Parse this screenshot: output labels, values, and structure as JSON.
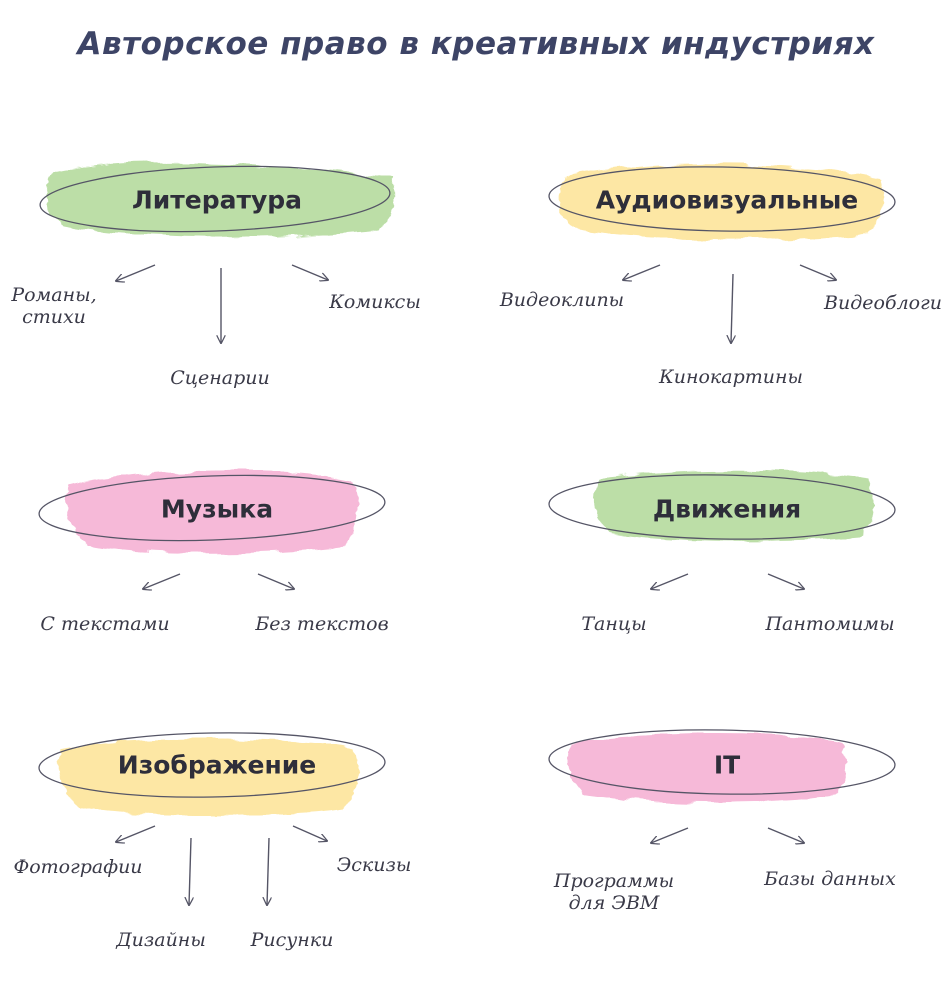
{
  "title": "Авторское право в креативных индустриях",
  "colors": {
    "green": "#b7dca0",
    "yellow": "#fde6a0",
    "pink": "#f6b6d6",
    "outline": "#555566",
    "arrow": "#555566"
  },
  "categories": [
    {
      "name": "Литература",
      "color": "green",
      "children": [
        "Романы,\nстихи",
        "Сценарии",
        "Комиксы"
      ]
    },
    {
      "name": "Аудиовизуальные",
      "color": "yellow",
      "children": [
        "Видеоклипы",
        "Кинокартины",
        "Видеоблоги"
      ]
    },
    {
      "name": "Музыка",
      "color": "pink",
      "children": [
        "С текстами",
        "Без текстов"
      ]
    },
    {
      "name": "Движения",
      "color": "green",
      "children": [
        "Танцы",
        "Пантомимы"
      ]
    },
    {
      "name": "Изображение",
      "color": "yellow",
      "children": [
        "Фотографии",
        "Дизайны",
        "Рисунки",
        "Эскизы"
      ]
    },
    {
      "name": "IT",
      "color": "pink",
      "children": [
        "Программы\nдля ЭВМ",
        "Базы данных"
      ]
    }
  ]
}
